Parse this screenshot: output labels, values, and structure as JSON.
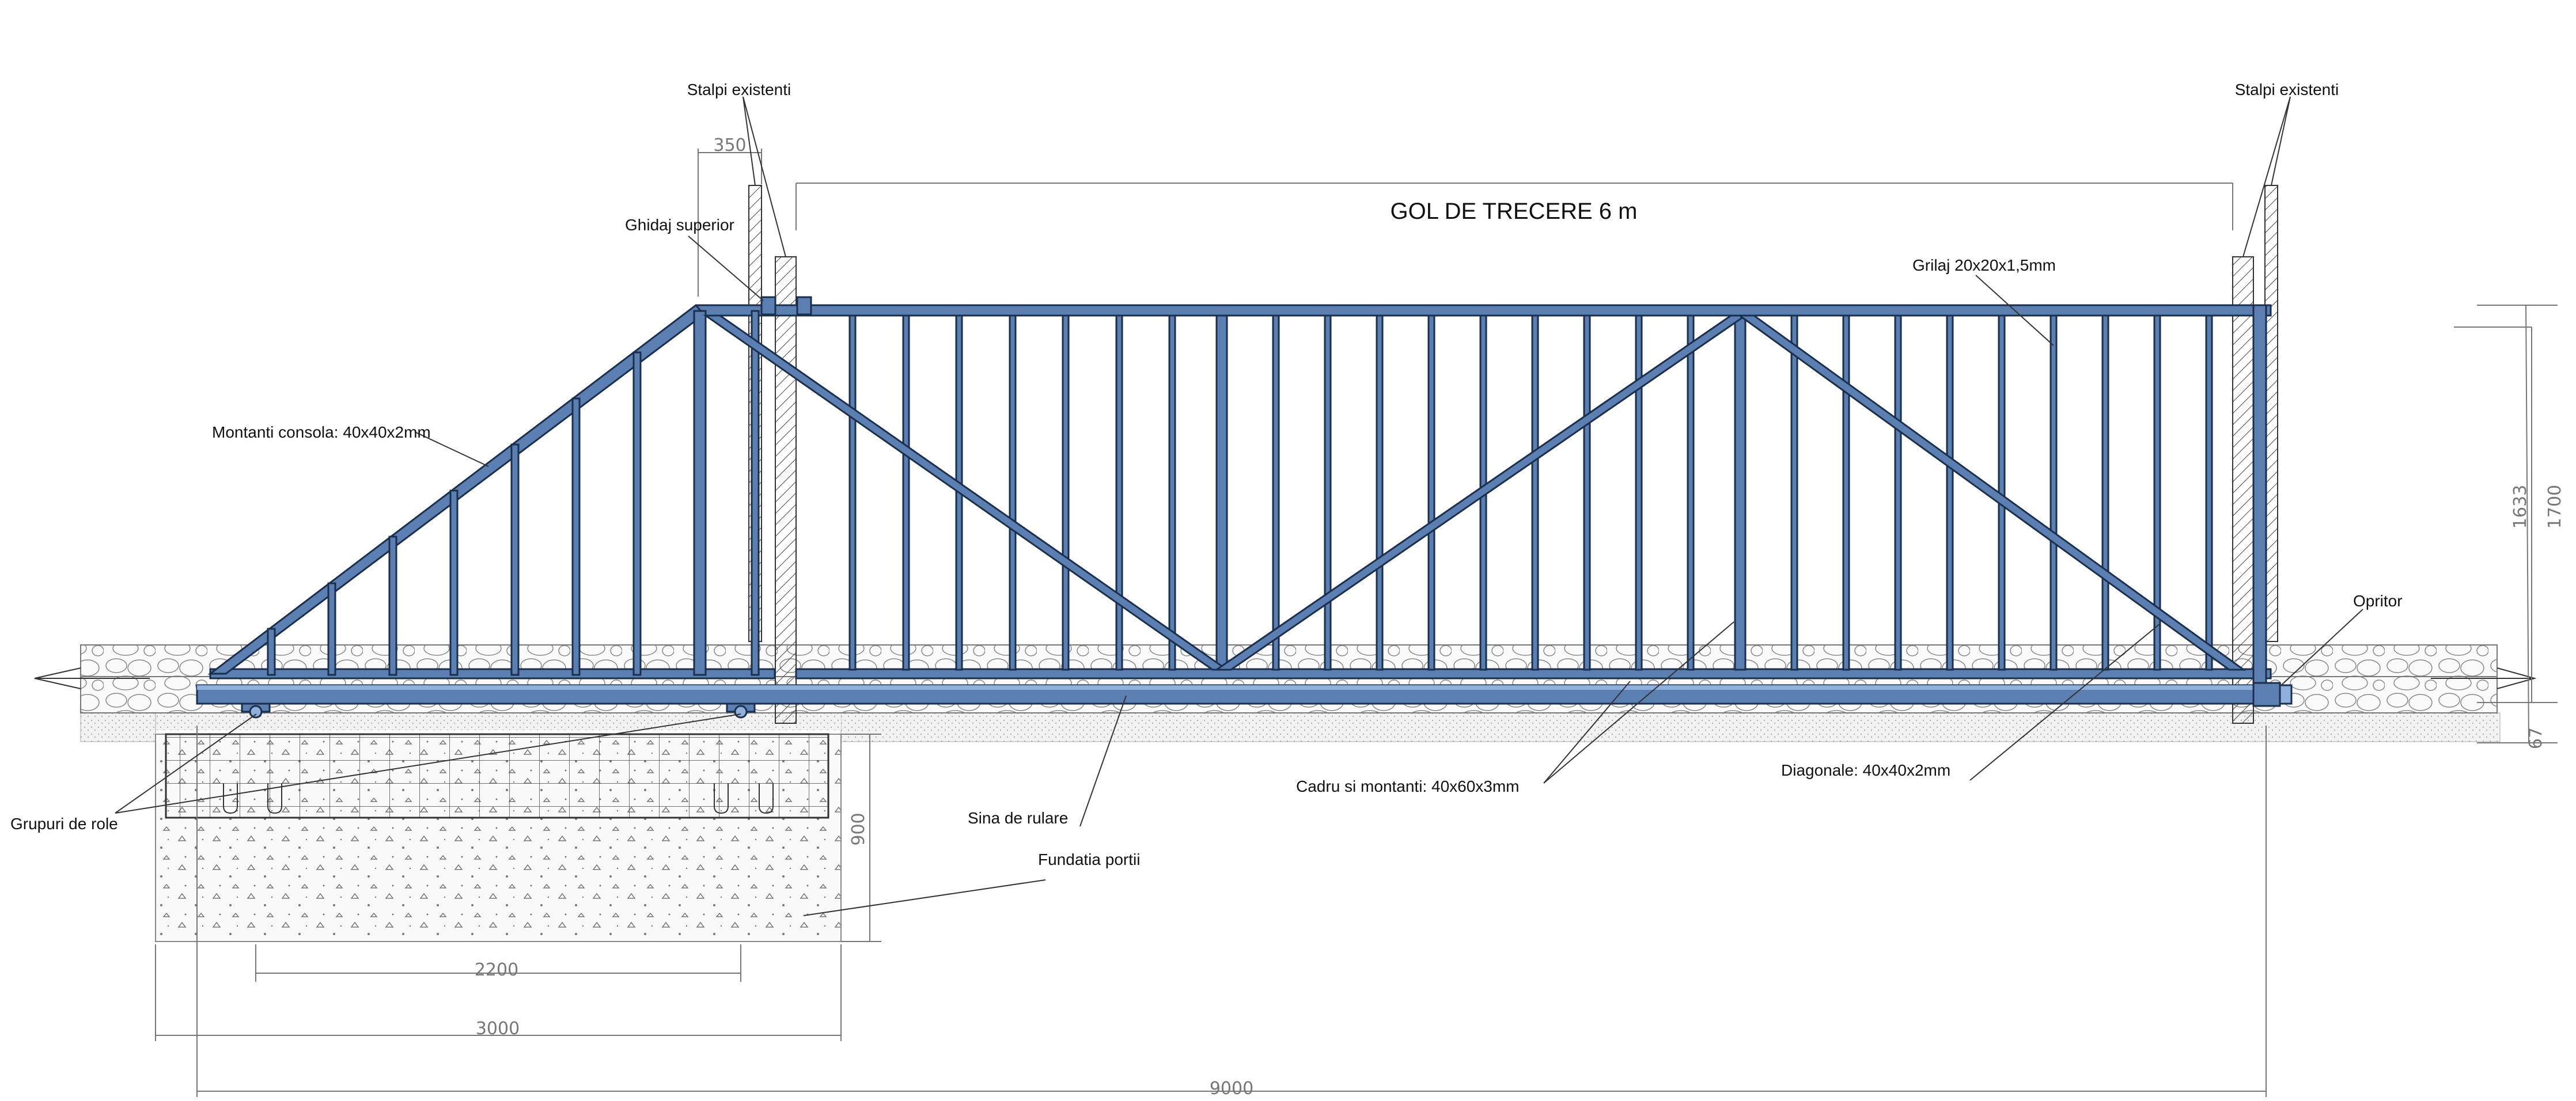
{
  "colors": {
    "steel": "#5b7fb0",
    "steel_dark": "#1a2f4d",
    "steel_light": "#8fb0da",
    "stone": "#f4f4f4",
    "concrete": "#f8f8f8"
  },
  "labels": {
    "title": "GOL DE TRECERE 6 m",
    "posts_left": "Stalpi existenti",
    "posts_right": "Stalpi existenti",
    "top_guide": "Ghidaj superior",
    "console_uprights": "Montanti consola: 40x40x2mm",
    "grille": "Grilaj 20x20x1,5mm",
    "stopper": "Opritor",
    "frame": "Cadru si montanti: 40x60x3mm",
    "diagonals": "Diagonale: 40x40x2mm",
    "rail": "Sina de rulare",
    "foundation": "Fundatia portii",
    "roller_groups": "Grupuri de role"
  },
  "dimensions": {
    "d350": "350",
    "d900": "900",
    "d2200": "2200",
    "d3000": "3000",
    "d9000": "9000",
    "d1633": "1633",
    "d1700": "1700",
    "d67": "67"
  }
}
